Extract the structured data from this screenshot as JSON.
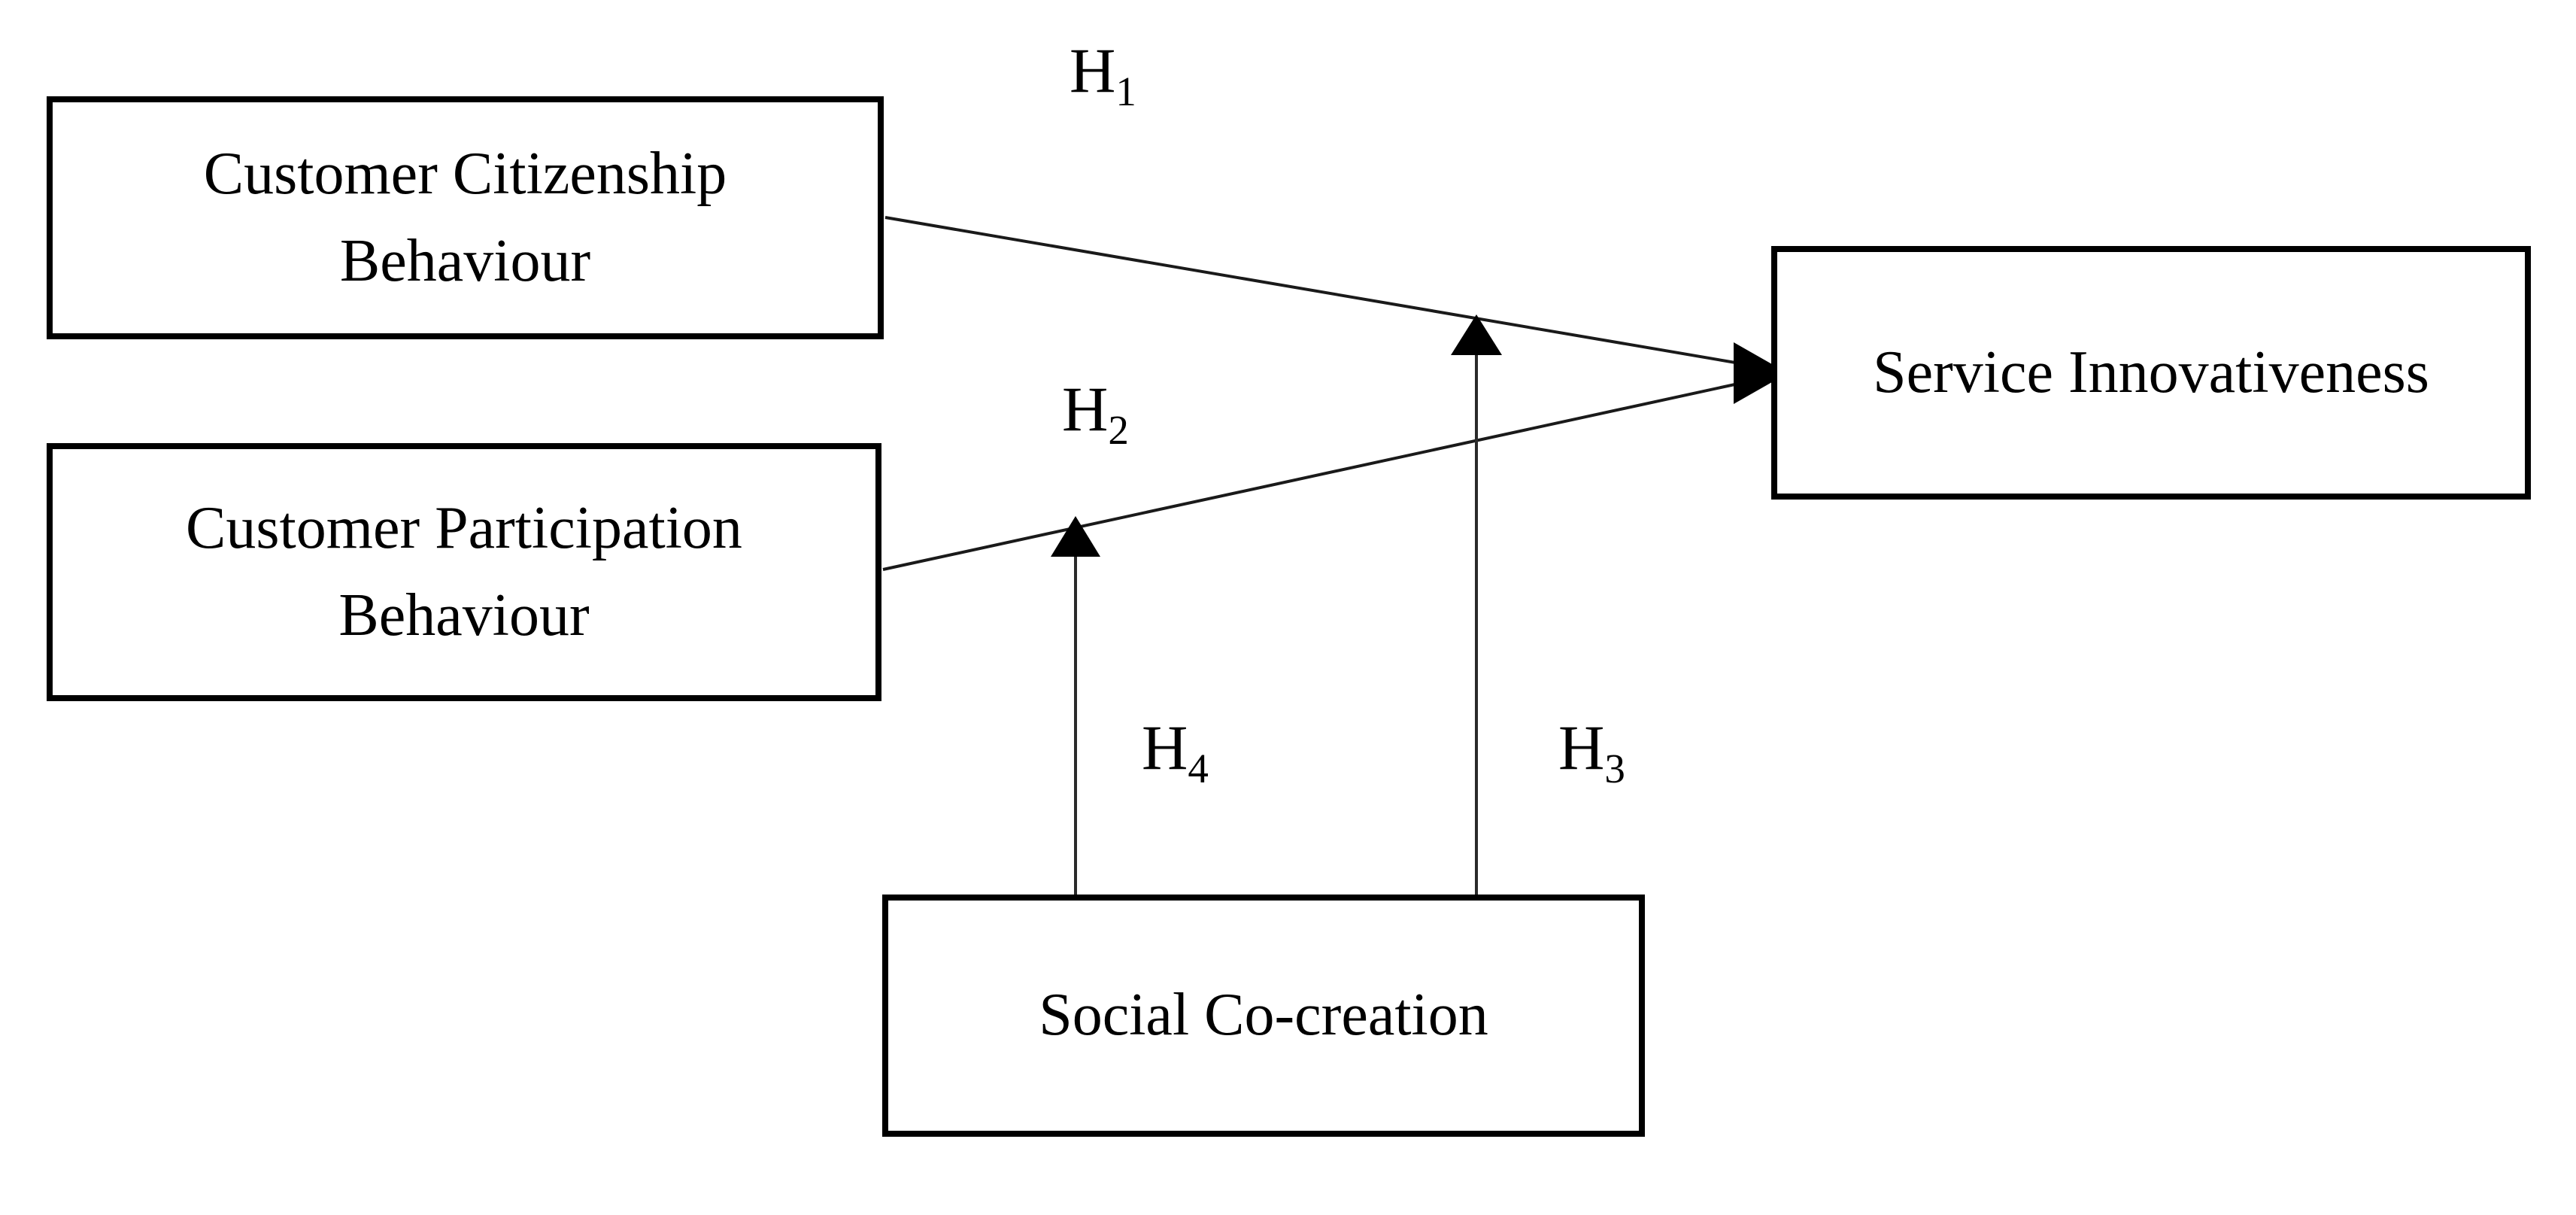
{
  "nodes": {
    "customer_citizenship": {
      "label": "Customer Citizenship Behaviour"
    },
    "customer_participation": {
      "label": "Customer Participation Behaviour"
    },
    "service_innovativeness": {
      "label": "Service Innovativeness"
    },
    "social_cocreation": {
      "label": "Social Co-creation"
    }
  },
  "hypotheses": {
    "h1": {
      "base": "H",
      "sub": "1"
    },
    "h2": {
      "base": "H",
      "sub": "2"
    },
    "h3": {
      "base": "H",
      "sub": "3"
    },
    "h4": {
      "base": "H",
      "sub": "4"
    }
  },
  "edges": [
    {
      "label": "H1",
      "from": "Customer Citizenship Behaviour",
      "to": "Service Innovativeness"
    },
    {
      "label": "H2",
      "from": "Customer Participation Behaviour",
      "to": "Service Innovativeness"
    },
    {
      "label": "H3",
      "from": "Social Co-creation",
      "to": "H1 path (moderation)"
    },
    {
      "label": "H4",
      "from": "Social Co-creation",
      "to": "H2 path (moderation)"
    }
  ],
  "colors": {
    "background": "#ffffff",
    "box_border": "#000000",
    "text": "#000000",
    "arrow_line": "#1a1a1a",
    "arrowhead": "#000000"
  }
}
